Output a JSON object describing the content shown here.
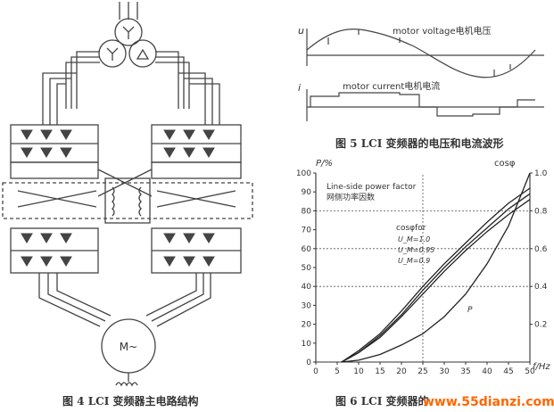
{
  "figure4": {
    "caption": "图 4    LCI 变频器主电路结构",
    "motor_label": "M~"
  },
  "figure5": {
    "caption": "图 5    LCI 变频器的电压和电流波形",
    "u_label": "u",
    "i_label": "i",
    "voltage_label": "motor voltage电机电压",
    "current_label": "motor current电机电流"
  },
  "figure6": {
    "caption": "图 6    LCI 变频器的",
    "watermark": "www.55dianzi.com",
    "chart_data": {
      "type": "line",
      "title": "",
      "xlabel": "f/Hz",
      "ylabel": "P/%",
      "ylabel_right": "cosφ",
      "xlim": [
        0,
        50
      ],
      "ylim": [
        0,
        100
      ],
      "ylim_right": [
        0,
        1.0
      ],
      "x_ticks": [
        0,
        5,
        10,
        15,
        20,
        25,
        30,
        35,
        40,
        45,
        50
      ],
      "y_ticks": [
        0,
        10,
        20,
        30,
        40,
        50,
        60,
        70,
        80,
        90,
        100
      ],
      "y_ticks_right": [
        0.2,
        0.4,
        0.6,
        0.8,
        1.0
      ],
      "reference_lines_y": [
        40,
        60,
        80
      ],
      "reference_line_x": 25,
      "annotations": {
        "box_title": "Line-side power factor",
        "box_title_cn": "网侧功率因数",
        "legend_title": "cosφfor",
        "p_label": "P"
      },
      "series": [
        {
          "name": "U_M=1.0",
          "x": [
            6,
            10,
            15,
            20,
            25,
            30,
            35,
            40,
            45,
            50
          ],
          "values": [
            0,
            6,
            15,
            27,
            40,
            52,
            63,
            74,
            84,
            92
          ]
        },
        {
          "name": "U_M=0.95",
          "x": [
            6,
            10,
            15,
            20,
            25,
            30,
            35,
            40,
            45,
            50
          ],
          "values": [
            0,
            5,
            14,
            25,
            38,
            50,
            61,
            71,
            81,
            89
          ]
        },
        {
          "name": "U_M=0.9",
          "x": [
            6,
            10,
            15,
            20,
            25,
            30,
            35,
            40,
            45,
            50
          ],
          "values": [
            0,
            5,
            13,
            24,
            36,
            48,
            59,
            69,
            78,
            86
          ]
        },
        {
          "name": "P",
          "x": [
            6,
            10,
            15,
            20,
            25,
            30,
            35,
            40,
            45,
            50
          ],
          "values": [
            0,
            1,
            4,
            9,
            15,
            24,
            36,
            52,
            72,
            100
          ]
        }
      ]
    }
  }
}
